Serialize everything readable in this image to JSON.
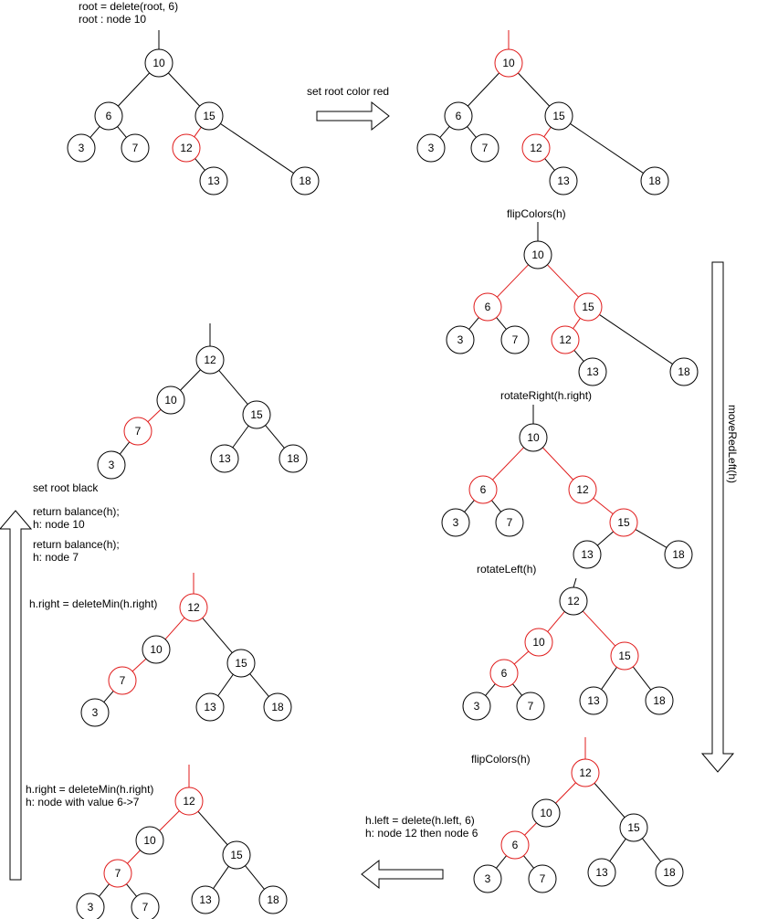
{
  "colors": {
    "black": "#000000",
    "red": "#e01b1b",
    "fill": "#ffffff"
  },
  "labels": {
    "title_line1": "root = delete(root, 6)",
    "title_line2": "root : node 10",
    "set_root_red": "set root color red",
    "flip1": "flipColors(h)",
    "rotate_right": "rotateRight(h.right)",
    "rotate_left": "rotateLeft(h)",
    "flip2": "flipColors(h)",
    "move_red_left": "moveRedLeft(h)",
    "left_delete_1": "h.left = delete(h.left, 6)",
    "left_delete_2": "h: node 12 then node 6",
    "right_delmin_a_1": "h.right = deleteMin(h.right)",
    "right_delmin_a_2": "h: node with value 6->7",
    "right_delmin_b": "h.right = deleteMin(h.right)",
    "balance_7_1": "return balance(h);",
    "balance_7_2": "h: node 7",
    "balance_10_1": "return balance(h);",
    "balance_10_2": "h: node 10",
    "set_root_black": "set root black"
  },
  "trees": [
    {
      "name": "tree-initial",
      "nodes": [
        {
          "v": "10",
          "red": false
        },
        {
          "v": "6",
          "red": false
        },
        {
          "v": "15",
          "red": false
        },
        {
          "v": "3",
          "red": false
        },
        {
          "v": "7",
          "red": false
        },
        {
          "v": "12",
          "red": true
        },
        {
          "v": "13",
          "red": false
        },
        {
          "v": "18",
          "red": false
        }
      ]
    },
    {
      "name": "tree-root-red",
      "nodes": [
        {
          "v": "10",
          "red": true
        },
        {
          "v": "6",
          "red": false
        },
        {
          "v": "15",
          "red": false
        },
        {
          "v": "3",
          "red": false
        },
        {
          "v": "7",
          "red": false
        },
        {
          "v": "12",
          "red": true
        },
        {
          "v": "13",
          "red": false
        },
        {
          "v": "18",
          "red": false
        }
      ]
    },
    {
      "name": "tree-flip1",
      "nodes": [
        {
          "v": "10",
          "red": false
        },
        {
          "v": "6",
          "red": true
        },
        {
          "v": "15",
          "red": true
        },
        {
          "v": "3",
          "red": false
        },
        {
          "v": "7",
          "red": false
        },
        {
          "v": "12",
          "red": true
        },
        {
          "v": "13",
          "red": false
        },
        {
          "v": "18",
          "red": false
        }
      ]
    },
    {
      "name": "tree-rotate-right",
      "nodes": [
        {
          "v": "10",
          "red": false
        },
        {
          "v": "6",
          "red": true
        },
        {
          "v": "12",
          "red": true
        },
        {
          "v": "3",
          "red": false
        },
        {
          "v": "7",
          "red": false
        },
        {
          "v": "15",
          "red": true
        },
        {
          "v": "13",
          "red": false
        },
        {
          "v": "18",
          "red": false
        }
      ]
    },
    {
      "name": "tree-rotate-left",
      "nodes": [
        {
          "v": "12",
          "red": false
        },
        {
          "v": "10",
          "red": true
        },
        {
          "v": "15",
          "red": true
        },
        {
          "v": "6",
          "red": true
        },
        {
          "v": "3",
          "red": false
        },
        {
          "v": "7",
          "red": false
        },
        {
          "v": "13",
          "red": false
        },
        {
          "v": "18",
          "red": false
        }
      ]
    },
    {
      "name": "tree-flip2",
      "nodes": [
        {
          "v": "12",
          "red": true
        },
        {
          "v": "10",
          "red": false
        },
        {
          "v": "15",
          "red": false
        },
        {
          "v": "6",
          "red": true
        },
        {
          "v": "3",
          "red": false
        },
        {
          "v": "7",
          "red": false
        },
        {
          "v": "13",
          "red": false
        },
        {
          "v": "18",
          "red": false
        }
      ]
    },
    {
      "name": "tree-delmin-a",
      "nodes": [
        {
          "v": "12",
          "red": true
        },
        {
          "v": "10",
          "red": false
        },
        {
          "v": "15",
          "red": false
        },
        {
          "v": "7",
          "red": true
        },
        {
          "v": "3",
          "red": false
        },
        {
          "v": "7",
          "red": false
        },
        {
          "v": "13",
          "red": false
        },
        {
          "v": "18",
          "red": false
        }
      ]
    },
    {
      "name": "tree-delmin-b",
      "nodes": [
        {
          "v": "12",
          "red": true
        },
        {
          "v": "10",
          "red": false
        },
        {
          "v": "15",
          "red": false
        },
        {
          "v": "7",
          "red": true
        },
        {
          "v": "3",
          "red": false
        },
        {
          "v": "13",
          "red": false
        },
        {
          "v": "18",
          "red": false
        }
      ]
    },
    {
      "name": "tree-final",
      "nodes": [
        {
          "v": "12",
          "red": false
        },
        {
          "v": "10",
          "red": false
        },
        {
          "v": "15",
          "red": false
        },
        {
          "v": "7",
          "red": true
        },
        {
          "v": "3",
          "red": false
        },
        {
          "v": "13",
          "red": false
        },
        {
          "v": "18",
          "red": false
        }
      ]
    }
  ]
}
